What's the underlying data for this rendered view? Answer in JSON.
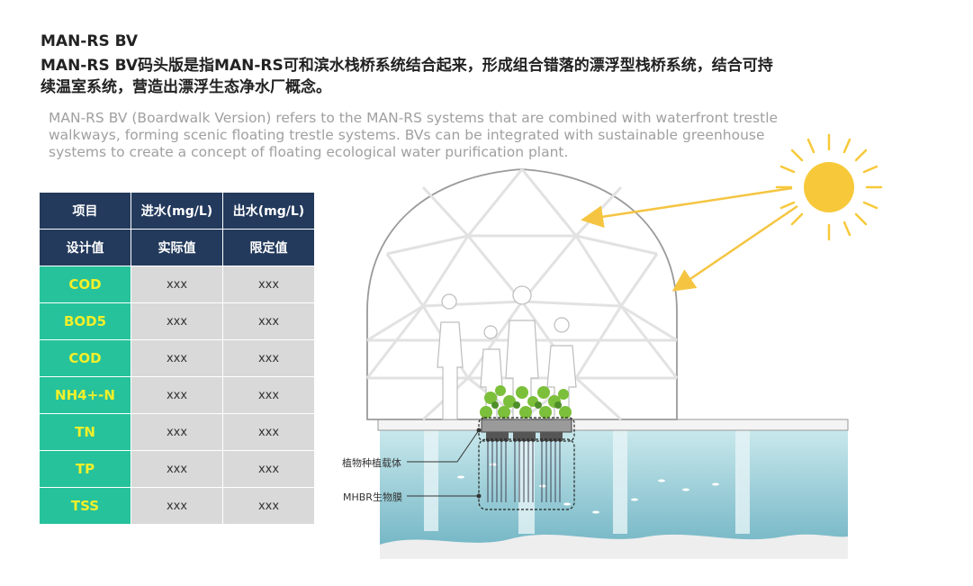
{
  "heading": {
    "title": "MAN-RS BV",
    "subtitle_cn": "MAN-RS BV码头版是指MAN-RS可和滨水栈桥系统结合起来，形成组合错落的漂浮型栈桥系统，结合可持续温室系统，营造出漂浮生态净水厂概念。",
    "description_en": "MAN-RS BV (Boardwalk Version) refers to the MAN-RS systems that are combined with waterfront trestle walkways, forming scenic floating trestle systems. BVs can be integrated with sustainable greenhouse systems to create a concept of floating ecological water purification plant."
  },
  "table": {
    "header_row_1": [
      "项目",
      "进水(mg/L)",
      "出水(mg/L)"
    ],
    "header_row_2": [
      "设计值",
      "实际值",
      "限定值"
    ],
    "rows": [
      {
        "param": "COD",
        "inflow": "xxx",
        "outflow": "xxx"
      },
      {
        "param": "BOD5",
        "inflow": "xxx",
        "outflow": "xxx"
      },
      {
        "param": "COD",
        "inflow": "xxx",
        "outflow": "xxx"
      },
      {
        "param": "NH4+-N",
        "inflow": "xxx",
        "outflow": "xxx"
      },
      {
        "param": "TN",
        "inflow": "xxx",
        "outflow": "xxx"
      },
      {
        "param": "TP",
        "inflow": "xxx",
        "outflow": "xxx"
      },
      {
        "param": "TSS",
        "inflow": "xxx",
        "outflow": "xxx"
      }
    ]
  },
  "diagram": {
    "label_planter": "植物种植载体",
    "label_membrane": "MHBR生物膜",
    "icons": [
      "sun-icon",
      "geodesic-dome-icon",
      "people-silhouette-icon",
      "plants-icon"
    ],
    "colors": {
      "sun": "#f7c93a",
      "sun_ray": "#f5c542",
      "water_top": "#bfe3e7",
      "water_bottom": "#6fb6c5",
      "dome_line": "#a9a9a9"
    }
  },
  "colors": {
    "header_bg": "#233a5c",
    "param_bg": "#26c29b",
    "param_text": "#f2ef2a",
    "value_bg": "#d9d9d9"
  }
}
